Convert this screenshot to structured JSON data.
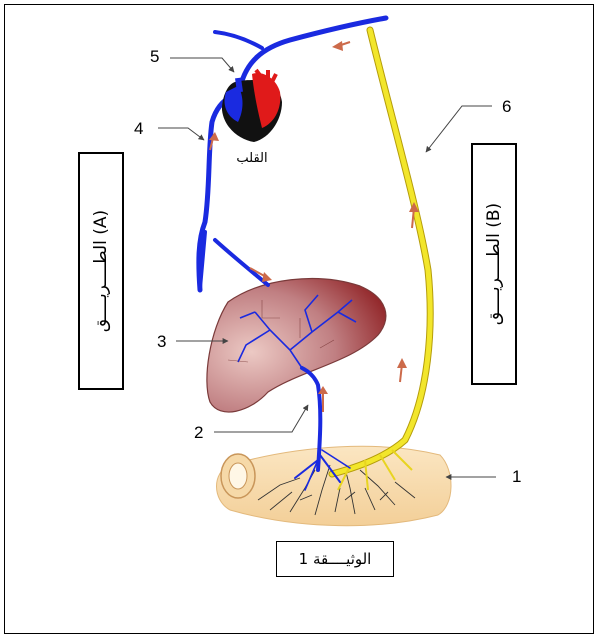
{
  "labels": {
    "n1": "1",
    "n2": "2",
    "n3": "3",
    "n4": "4",
    "n5": "5",
    "n6": "6",
    "heart": "القلب"
  },
  "route_a": "الطــــريــــق (A)",
  "route_b": "الطــــريــــق (B)",
  "document_caption": "الوثيــــقة 1",
  "colors": {
    "vein": "#1a2ae0",
    "lymph": "#f2e62b",
    "flow_arrow": "#cc6a4a",
    "liver": "#c98080",
    "intestine": "#f8dcab",
    "heart_left": "#e01a1a",
    "heart_right": "#1a2ae0"
  }
}
